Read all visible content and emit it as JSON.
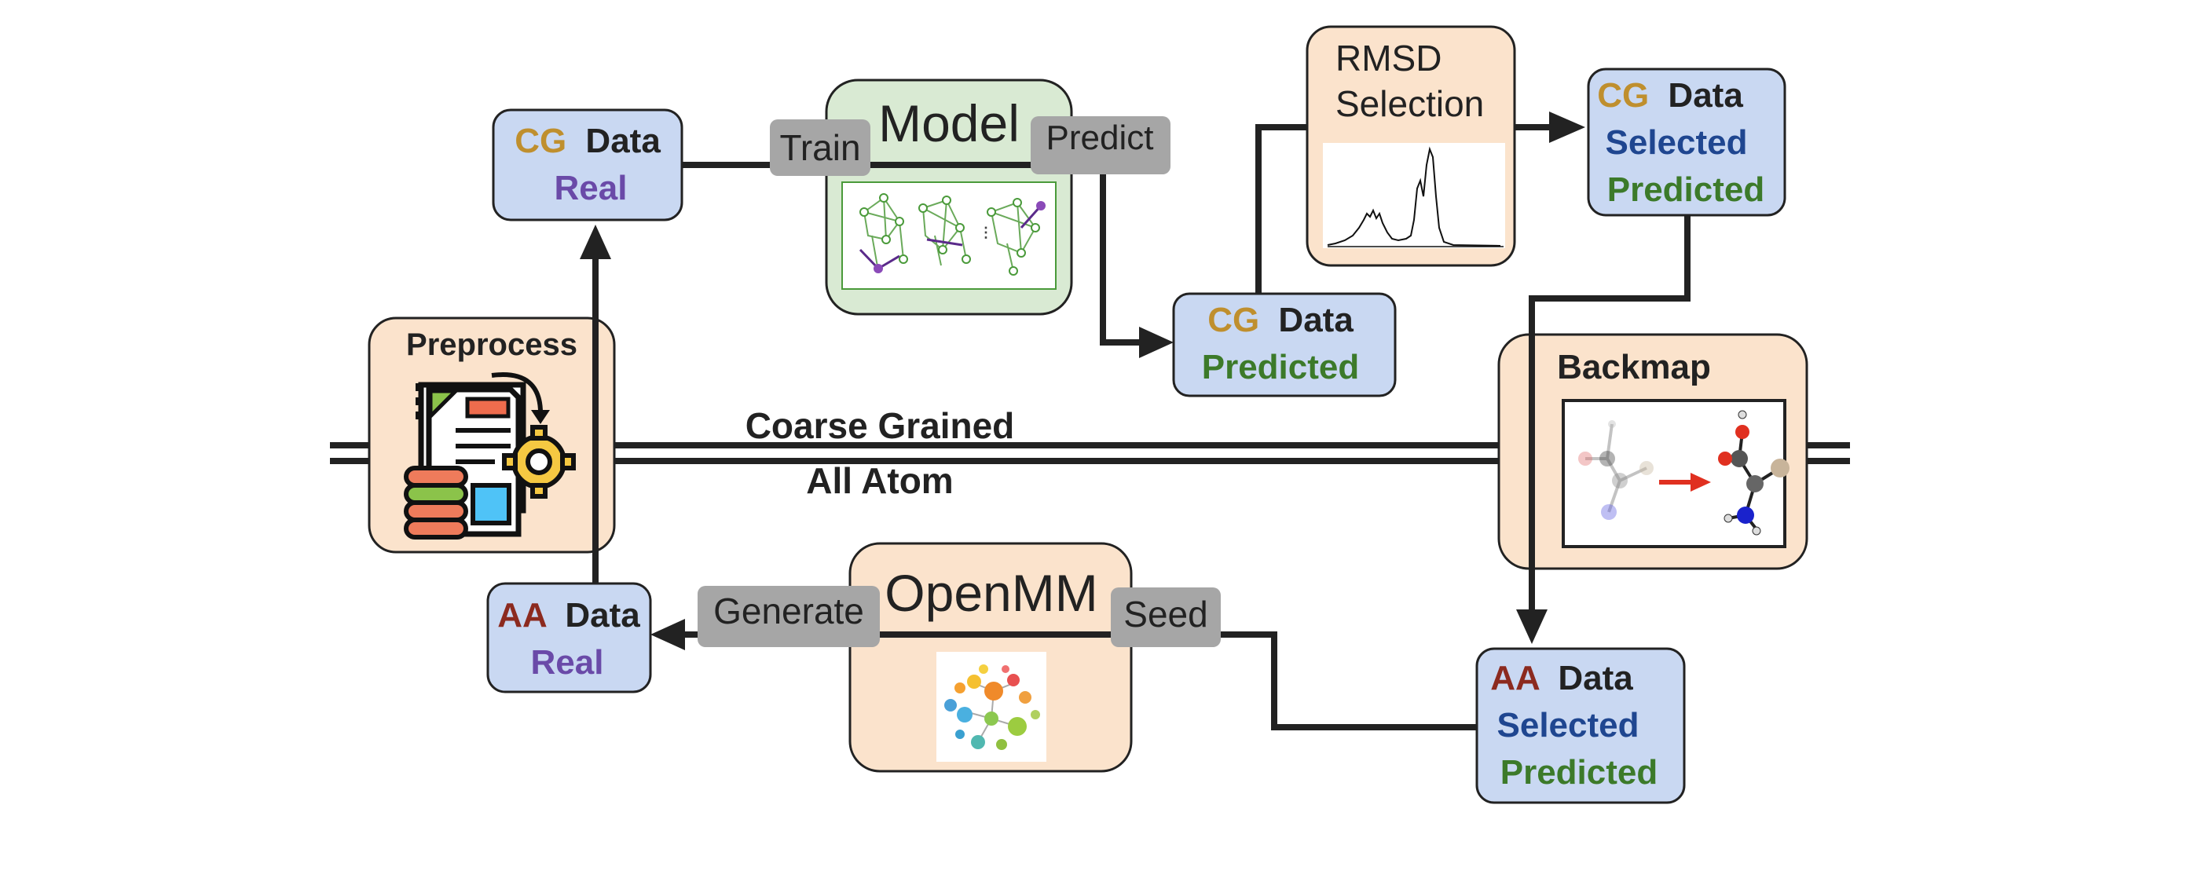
{
  "colors": {
    "cg": "#bf8f2e",
    "aa": "#8c2a1f",
    "real": "#6a4aa8",
    "selected": "#1f4690",
    "predicted": "#3c7a2a",
    "data_box_fill": "#c9d8f2",
    "peach_fill": "#fbe3cc",
    "model_fill": "#d9ead3",
    "tag_fill": "#a6a6a6",
    "line": "#222222"
  },
  "boundary": {
    "upper": "Coarse Grained",
    "lower": "All Atom"
  },
  "boxes": {
    "cg_real": {
      "prefix": "CG",
      "word": "Data",
      "line2": "Real"
    },
    "aa_real": {
      "prefix": "AA",
      "word": "Data",
      "line2": "Real"
    },
    "cg_predicted": {
      "prefix": "CG",
      "word": "Data",
      "line2": "Predicted"
    },
    "cg_selected": {
      "prefix": "CG",
      "word": "Data",
      "line2": "Selected",
      "line3": "Predicted"
    },
    "aa_selected": {
      "prefix": "AA",
      "word": "Data",
      "line2": "Selected",
      "line3": "Predicted"
    }
  },
  "modules": {
    "model": {
      "title": "Model",
      "icon": "graph-network-icon"
    },
    "openmm": {
      "title": "OpenMM",
      "icon": "openmm-logo-icon"
    },
    "rmsd": {
      "line1": "RMSD",
      "line2": "Selection",
      "icon": "rmsd-histogram-icon"
    },
    "preprocess": {
      "title": "Preprocess",
      "icon": "document-database-gear-icon"
    },
    "backmap": {
      "title": "Backmap",
      "icon": "molecule-backmap-icon"
    }
  },
  "tags": {
    "train": "Train",
    "predict": "Predict",
    "generate": "Generate",
    "seed": "Seed"
  }
}
